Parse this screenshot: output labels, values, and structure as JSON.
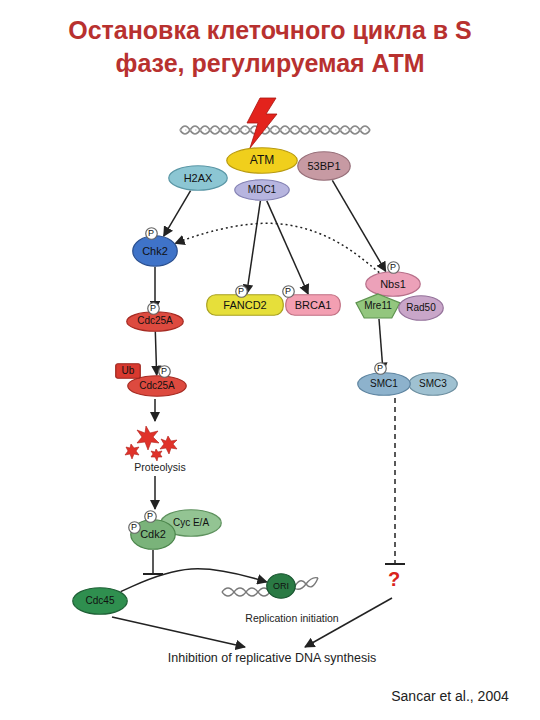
{
  "diagram": {
    "title": "Остановка клеточного цикла в S фазе, регулируемая АТМ",
    "caption": "Sancar et al., 2004",
    "nodes": [
      {
        "text": [
          "ATM"
        ]
      },
      {
        "text": [
          "H2AX"
        ]
      },
      {
        "text": [
          "53BP1"
        ]
      },
      {
        "text": [
          "MDC1"
        ]
      },
      {
        "text": [
          "Chk2"
        ]
      },
      {
        "text": [
          "P"
        ]
      },
      {
        "text": [
          "FANCD2"
        ]
      },
      {
        "text": [
          "P"
        ]
      },
      {
        "text": [
          "BRCA1"
        ]
      },
      {
        "text": [
          "P"
        ]
      },
      {
        "text": [
          "Nbs1"
        ]
      },
      {
        "text": [
          "P"
        ]
      },
      {
        "text": [
          "Mre11"
        ]
      },
      {
        "text": [
          "Rad50"
        ]
      },
      {
        "text": [
          "Cdc25A"
        ]
      },
      {
        "text": [
          "P"
        ]
      },
      {
        "text": [
          "Ub"
        ]
      },
      {
        "text": [
          "Cdc25A"
        ]
      },
      {
        "text": [
          "P"
        ]
      },
      {
        "text": [
          "SMC1"
        ]
      },
      {
        "text": [
          "P"
        ]
      },
      {
        "text": [
          "SMC3"
        ]
      },
      {
        "text": [
          "Cdk2"
        ]
      },
      {
        "text": [
          "P"
        ]
      },
      {
        "text": [
          "P"
        ]
      },
      {
        "text": [
          "Cyc E/A"
        ]
      },
      {
        "text": [
          "Cdc45"
        ]
      },
      {
        "text": [
          "ORI"
        ]
      }
    ],
    "edges": [
      {
        "from": 1,
        "to": 4,
        "arrow": "to"
      },
      {
        "from": 3,
        "to": 6,
        "arrow": "to"
      },
      {
        "from": 3,
        "to": 8,
        "arrow": "to"
      },
      {
        "from": 2,
        "to": 10,
        "arrow": "to"
      },
      {
        "from": 10,
        "to": 4,
        "arrow": "to"
      },
      {
        "from": 4,
        "to": 14,
        "arrow": "to"
      },
      {
        "from": 14,
        "to": 17,
        "arrow": "to"
      },
      {
        "from": 12,
        "to": 19,
        "arrow": "to"
      },
      {
        "from": 26,
        "to": 27,
        "arrow": "to"
      }
    ],
    "labels": [
      "Proteolysis",
      "?",
      "Replication initiation",
      "Inhibition of replicative DNA synthesis"
    ]
  }
}
